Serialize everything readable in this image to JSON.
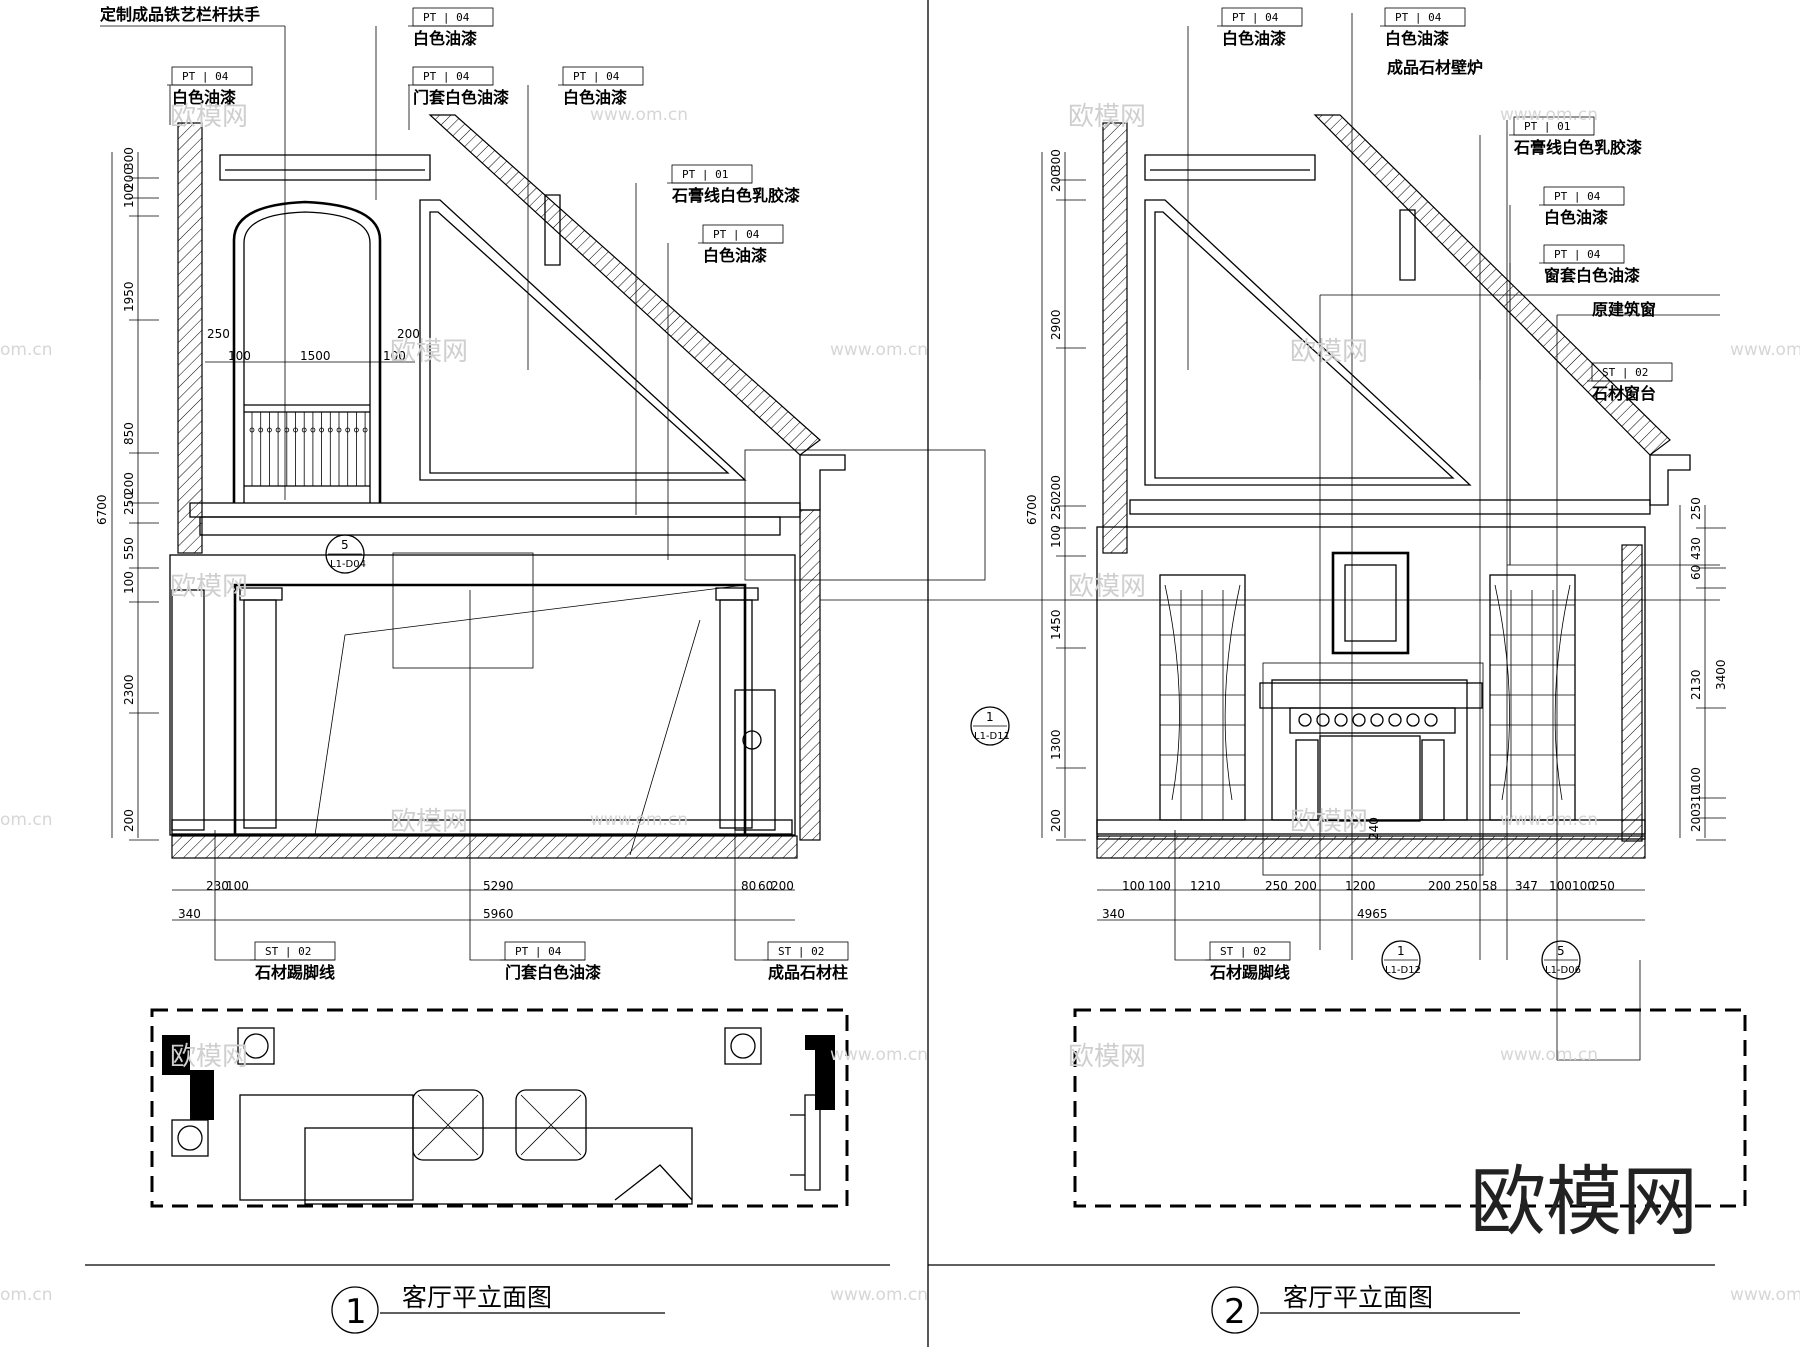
{
  "watermark": {
    "brand": "欧模网",
    "url": "www.om.cn",
    "partial_url": "om.cn"
  },
  "logo": "欧模网",
  "left": {
    "top_note": "定制成品铁艺栏杆扶手",
    "tags": [
      {
        "code": "PT | 04",
        "text": "白色油漆"
      },
      {
        "code": "PT | 04",
        "text": "白色油漆"
      },
      {
        "code": "PT | 04",
        "text": "门套白色油漆"
      },
      {
        "code": "PT | 04",
        "text": "白色油漆"
      },
      {
        "code": "PT | 01",
        "text": "石膏线白色乳胶漆"
      },
      {
        "code": "PT | 04",
        "text": "白色油漆"
      }
    ],
    "bottom_tags": [
      {
        "code": "ST | 02",
        "text": "石材踢脚线"
      },
      {
        "code": "PT | 04",
        "text": "门套白色油漆"
      },
      {
        "code": "ST | 02",
        "text": "成品石材柱"
      }
    ],
    "vdims_inner": [
      "300",
      "200",
      "100",
      "1950",
      "850",
      "200",
      "250",
      "550",
      "100",
      "2300",
      "200"
    ],
    "vdim_total": "6700",
    "hdims": [
      "250",
      "100",
      "1500",
      "100",
      "200"
    ],
    "bottom_dims": {
      "a": "230",
      "b": "100",
      "c": "5290",
      "d": "80",
      "e": "60",
      "f": "200",
      "g": "340",
      "total": "5960"
    },
    "ref": {
      "num": "5",
      "sheet": "L1-D04"
    },
    "title_num": "1",
    "title": "客厅平立面图"
  },
  "right": {
    "tags": [
      {
        "code": "PT | 04",
        "text": "白色油漆"
      },
      {
        "code": "PT | 04",
        "text": "白色油漆"
      },
      {
        "code": "",
        "text": "成品石材壁炉"
      },
      {
        "code": "PT | 01",
        "text": "石膏线白色乳胶漆"
      },
      {
        "code": "PT | 04",
        "text": "白色油漆"
      },
      {
        "code": "PT | 04",
        "text": "窗套白色油漆"
      },
      {
        "code": "",
        "text": "原建筑窗"
      },
      {
        "code": "ST | 02",
        "text": "石材窗台"
      }
    ],
    "bottom_tag": {
      "code": "ST | 02",
      "text": "石材踢脚线"
    },
    "vdims_left": [
      "300",
      "200",
      "2900",
      "200",
      "250",
      "100",
      "1450",
      "1300",
      "200"
    ],
    "vdim_total": "6700",
    "vdims_right": [
      "250",
      "430",
      "60",
      "2130",
      "100",
      "310",
      "200"
    ],
    "vdim_right_total": "3400",
    "bottom_dims": [
      "100",
      "100",
      "1210",
      "250",
      "200",
      "1200",
      "200",
      "250",
      "58",
      "347",
      "100",
      "100",
      "250"
    ],
    "bottom_left": "340",
    "bottom_total": "4965",
    "dim_240": "240",
    "refs": [
      {
        "num": "1",
        "sheet": "L1-D12"
      },
      {
        "num": "5",
        "sheet": "L1-D06"
      }
    ],
    "side_ref": {
      "num": "1",
      "sheet": "L1-D11"
    },
    "title_num": "2",
    "title": "客厅平立面图"
  }
}
